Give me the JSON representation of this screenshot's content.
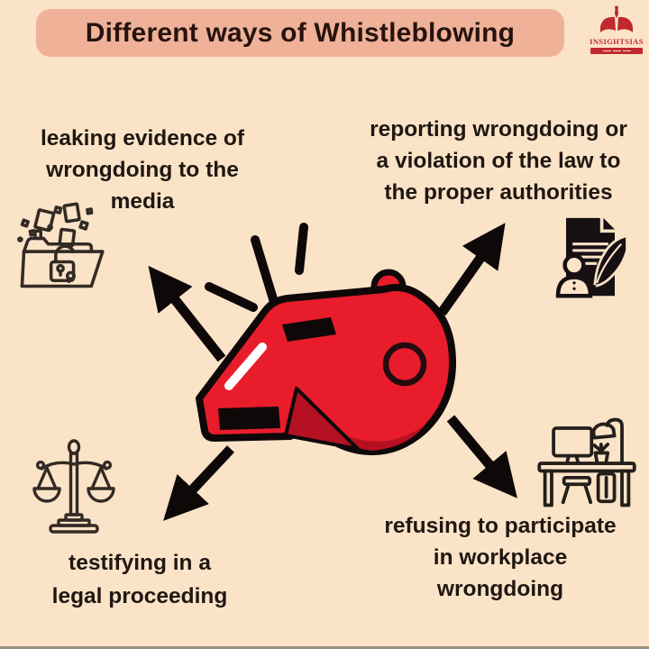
{
  "page": {
    "title": "Different ways of Whistleblowing",
    "background_color": "#fbe3c7",
    "title_box_color": "#f0b199",
    "text_color": "#1f1712"
  },
  "brand": {
    "name": "INSIGHTSIAS",
    "color": "#c0282d"
  },
  "center": {
    "graphic": "red-whistle-with-sound-lines-and-four-arrows",
    "whistle_red": "#e81c2b",
    "whistle_dark_red": "#b51122",
    "outline_color": "#0e0809",
    "arrow_color": "#0e0809"
  },
  "items": [
    {
      "id": "media",
      "position": "top-left",
      "label": "leaking evidence of wrongdoing to the media",
      "lines": [
        "leaking evidence of",
        "wrongdoing to the",
        "media"
      ],
      "icon": "open-folder-leak-icon"
    },
    {
      "id": "authorities",
      "position": "top-right",
      "label": "reporting wrongdoing or a violation of the law to the proper authorities",
      "lines": [
        "reporting wrongdoing or",
        "a violation of the law to",
        "the proper authorities"
      ],
      "icon": "report-document-quill-icon"
    },
    {
      "id": "testifying",
      "position": "bottom-left",
      "label": "testifying in a legal proceeding",
      "lines": [
        "testifying in a",
        "legal proceeding"
      ],
      "icon": "justice-scales-icon"
    },
    {
      "id": "refusing",
      "position": "bottom-right",
      "label": "refusing to participate in workplace wrongdoing",
      "lines": [
        "refusing to participate",
        "in workplace",
        "wrongdoing"
      ],
      "icon": "workplace-desk-icon"
    }
  ]
}
